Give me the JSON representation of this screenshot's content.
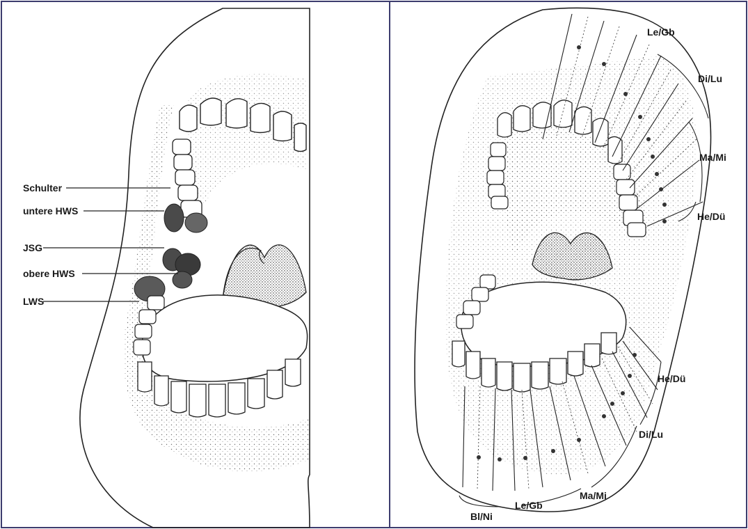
{
  "left_panel": {
    "labels": {
      "schulter": "Schulter",
      "untere_hws": "untere HWS",
      "jsg": "JSG",
      "obere_hws": "obere HWS",
      "lws": "LWS"
    }
  },
  "right_panel": {
    "upper_labels": {
      "le_gb": "Le/Gb",
      "di_lu": "Di/Lu",
      "ma_mi": "Ma/Mi",
      "he_du": "He/Dü"
    },
    "lower_labels": {
      "he_du": "He/Dü",
      "di_lu": "Di/Lu",
      "ma_mi": "Ma/Mi",
      "le_gb": "Le/Gb",
      "bl_ni": "Bl/Ni"
    }
  },
  "colors": {
    "border": "#3c3c6e",
    "line": "#222222",
    "shade": "#555555",
    "dot": "#333333",
    "background": "#ffffff"
  }
}
